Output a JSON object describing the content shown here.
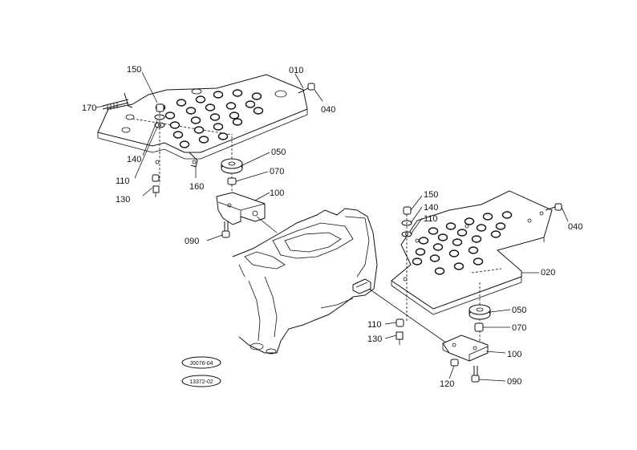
{
  "labels": {
    "l150a": "150",
    "l010": "010",
    "l170": "170",
    "l040a": "040",
    "l140a": "140",
    "l110a": "110",
    "l160": "160",
    "l050a": "050",
    "l070a": "070",
    "l130a": "130",
    "l100a": "100",
    "l090a": "090",
    "l150b": "150",
    "l140b": "140",
    "l110b": "110",
    "l040b": "040",
    "l020": "020",
    "l050b": "050",
    "l110c": "110",
    "l070b": "070",
    "l130b": "130",
    "l100b": "100",
    "l120": "120",
    "l090b": "090"
  },
  "badges": {
    "top": "J0076-04",
    "bottom": "13372-02"
  }
}
